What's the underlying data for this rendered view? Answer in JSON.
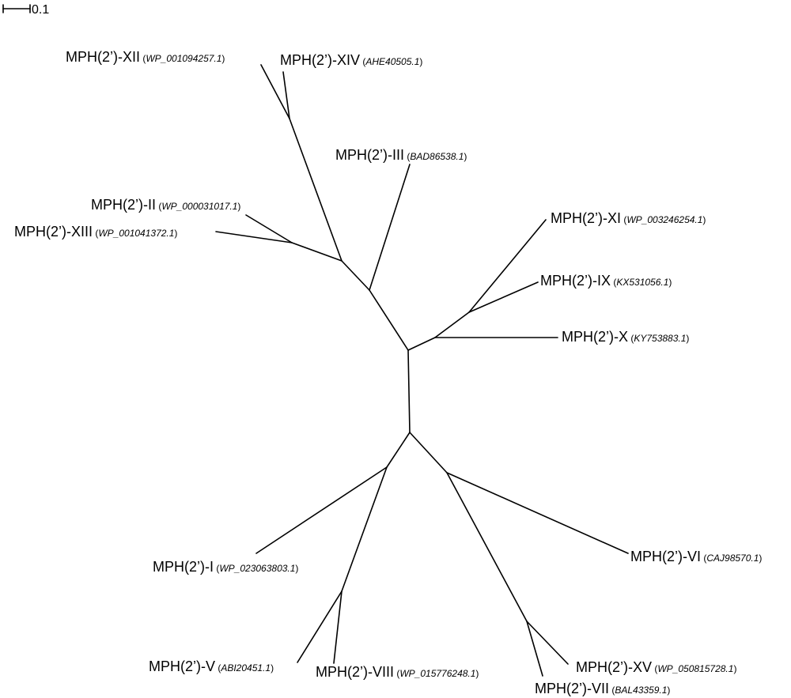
{
  "scale_bar": {
    "label": "0.1"
  },
  "leaves": [
    {
      "id": "xii",
      "name": "MPH(2’)-XII",
      "accession": "WP_001094257.1"
    },
    {
      "id": "xiv",
      "name": "MPH(2’)-XIV",
      "accession": "AHE40505.1"
    },
    {
      "id": "iii",
      "name": "MPH(2’)-III",
      "accession": "BAD86538.1"
    },
    {
      "id": "ii",
      "name": "MPH(2’)-II",
      "accession": "WP_000031017.1"
    },
    {
      "id": "xiii",
      "name": "MPH(2’)-XIII",
      "accession": "WP_001041372.1"
    },
    {
      "id": "xi",
      "name": "MPH(2’)-XI",
      "accession": "WP_003246254.1"
    },
    {
      "id": "ix",
      "name": "MPH(2’)-IX",
      "accession": "KX531056.1"
    },
    {
      "id": "x",
      "name": "MPH(2’)-X",
      "accession": "KY753883.1"
    },
    {
      "id": "vi",
      "name": "MPH(2’)-VI",
      "accession": "CAJ98570.1"
    },
    {
      "id": "i",
      "name": "MPH(2’)-I",
      "accession": "WP_023063803.1"
    },
    {
      "id": "v",
      "name": "MPH(2’)-V",
      "accession": "ABI20451.1"
    },
    {
      "id": "viii",
      "name": "MPH(2’)-VIII",
      "accession": "WP_015776248.1"
    },
    {
      "id": "xv",
      "name": "MPH(2’)-XV",
      "accession": "WP_050815728.1"
    },
    {
      "id": "vii",
      "name": "MPH(2’)-VII",
      "accession": "BAL43359.1"
    }
  ]
}
